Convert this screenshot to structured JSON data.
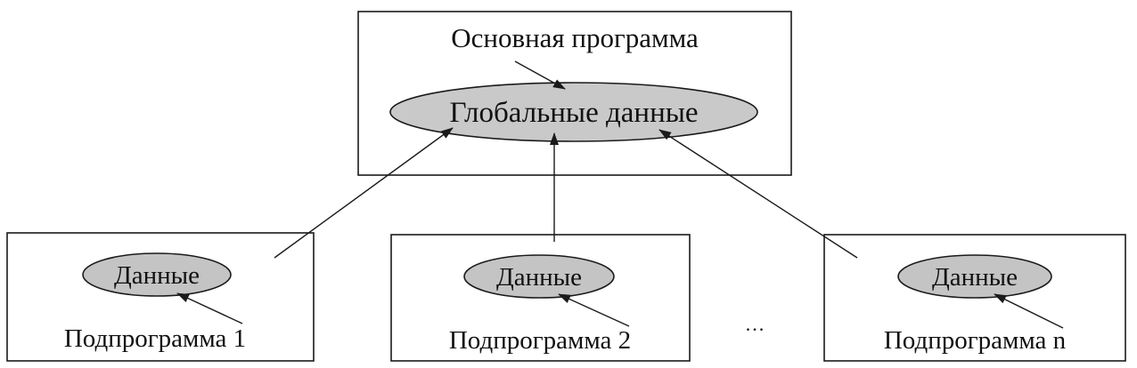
{
  "main": {
    "title": "Основная программа",
    "global_data_label": "Глобальные данные"
  },
  "subprograms": [
    {
      "label": "Подпрограмма 1",
      "data_label": "Данные"
    },
    {
      "label": "Подпрограмма 2",
      "data_label": "Данные"
    },
    {
      "label": "Подпрограмма n",
      "data_label": "Данные"
    }
  ],
  "ellipsis": "...",
  "colors": {
    "ellipse_fill": "#c9c9c9",
    "stroke": "#1a1a1a"
  }
}
